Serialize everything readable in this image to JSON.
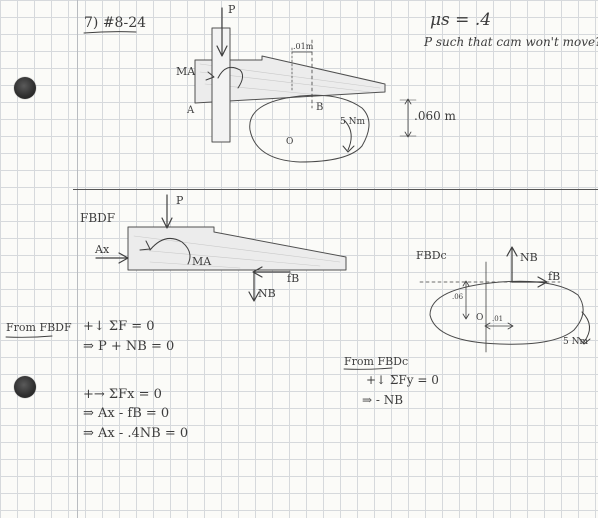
{
  "header": {
    "problem_number": "7) #8-24",
    "mu_label": "μs = .4",
    "question": "P such that cam won't move?"
  },
  "top_diagram": {
    "force_p": "P",
    "moment_a": "MA",
    "point_a": "A",
    "point_b": "B",
    "dim_top": ".01m",
    "dim_side": ".060 m",
    "moment_cam": "5 Nm",
    "origin": "O"
  },
  "fbd_f": {
    "title": "FBDF",
    "force_p": "P",
    "force_ax": "Ax",
    "moment_a": "MA",
    "friction": "fB",
    "normal": "NB"
  },
  "fbd_c": {
    "title": "FBDc",
    "normal": "NB",
    "friction": "fB",
    "dim_vert": ".06",
    "dim_horiz": ".01",
    "origin": "O",
    "moment": "5 Nm"
  },
  "equations_f": {
    "heading": "From FBDF",
    "eq1": "+↓ ΣF = 0",
    "eq2": "⇒ P + NB = 0",
    "eq3": "+→ ΣFx = 0",
    "eq4": "⇒ Ax - fB = 0",
    "eq5": "⇒ Ax - .4NB = 0"
  },
  "equations_c": {
    "heading": "From FBDc",
    "eq1": "+↓ ΣFy = 0",
    "eq2": "⇒ - NB"
  }
}
